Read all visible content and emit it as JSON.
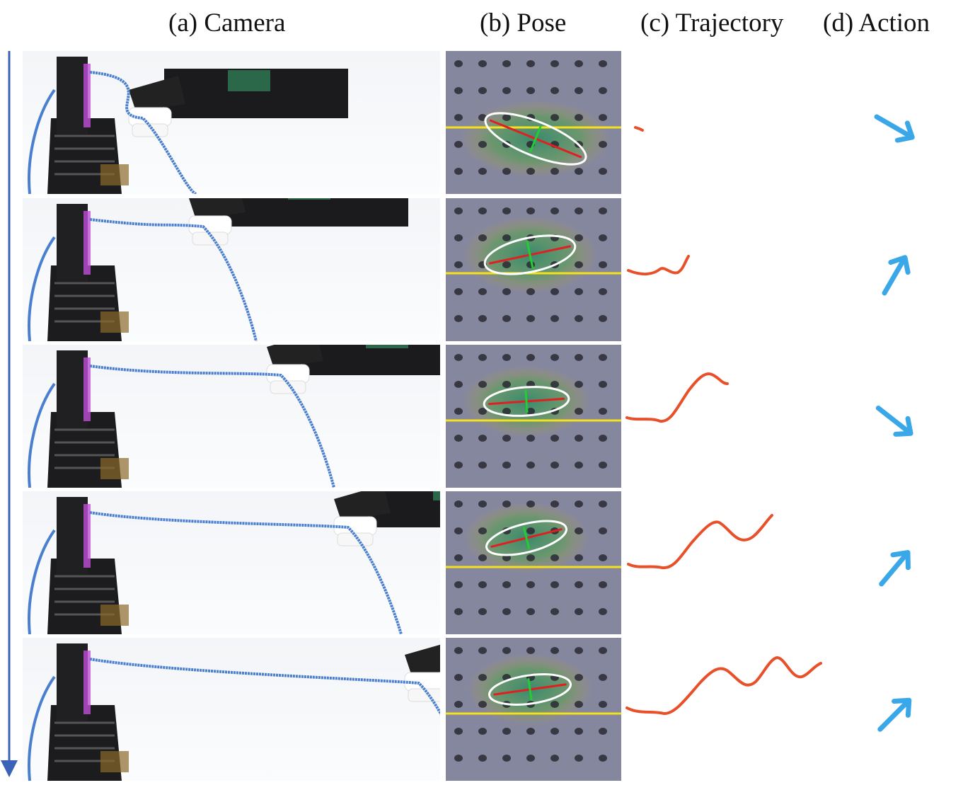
{
  "headers": {
    "camera": "(a) Camera",
    "pose": "(b) Pose",
    "trajectory": "(c) Trajectory",
    "action": "(d) Action"
  },
  "colors": {
    "time_arrow": "#3a63b8",
    "cable": "#4a7fd0",
    "trajectory": "#e8502a",
    "action_arrow": "#3aa8e8",
    "major_axis": "#e02020",
    "minor_axis": "#22cc33",
    "contact_line": "#f5e020",
    "ellipse": "#ffffff"
  },
  "icons": {
    "time_arrow": "down-arrow-icon",
    "action_arrow": "arrow-icon"
  },
  "rows": [
    {
      "step": 1,
      "action_direction": "down-right",
      "action_angle_deg": 30
    },
    {
      "step": 2,
      "action_direction": "up-right",
      "action_angle_deg": -60
    },
    {
      "step": 3,
      "action_direction": "down-right",
      "action_angle_deg": 38
    },
    {
      "step": 4,
      "action_direction": "up-right",
      "action_angle_deg": -50
    },
    {
      "step": 5,
      "action_direction": "up-right",
      "action_angle_deg": -45
    }
  ]
}
